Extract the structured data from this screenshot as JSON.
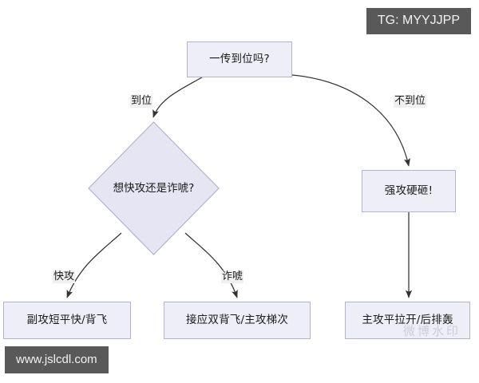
{
  "diagram": {
    "type": "flowchart",
    "title_node": "一传到位吗?",
    "nodes": [
      {
        "id": "start",
        "shape": "rectangle",
        "text": "一传到位吗?"
      },
      {
        "id": "decision",
        "shape": "diamond",
        "text": "想快攻还是诈唬?"
      },
      {
        "id": "force",
        "shape": "rectangle",
        "text": "强攻硬砸!"
      },
      {
        "id": "out_quick",
        "shape": "rectangle",
        "text": "副攻短平快/背飞"
      },
      {
        "id": "out_bluff",
        "shape": "rectangle",
        "text": "接应双背飞/主攻梯次"
      },
      {
        "id": "out_power",
        "shape": "rectangle",
        "text": "主攻平拉开/后排轰"
      }
    ],
    "edges": [
      {
        "from": "start",
        "to": "decision",
        "label": "到位"
      },
      {
        "from": "start",
        "to": "force",
        "label": "不到位"
      },
      {
        "from": "decision",
        "to": "out_quick",
        "label": "快攻"
      },
      {
        "from": "decision",
        "to": "out_bluff",
        "label": "诈唬"
      },
      {
        "from": "force",
        "to": "out_power",
        "label": ""
      }
    ],
    "colors": {
      "node_fill": "#eeeef8",
      "node_border": "#b3b3cc",
      "edge_stroke": "#333333",
      "label_background": "#f0f0f0",
      "text": "#1a1a1a",
      "watermark_background": "#595959",
      "watermark_text": "#f2f2f2",
      "page_background": "#ffffff"
    }
  },
  "watermarks": {
    "top_right": "TG: MYYJJPP",
    "bottom_left": "www.jslcdl.com",
    "faint_overlay": "微博水印"
  }
}
